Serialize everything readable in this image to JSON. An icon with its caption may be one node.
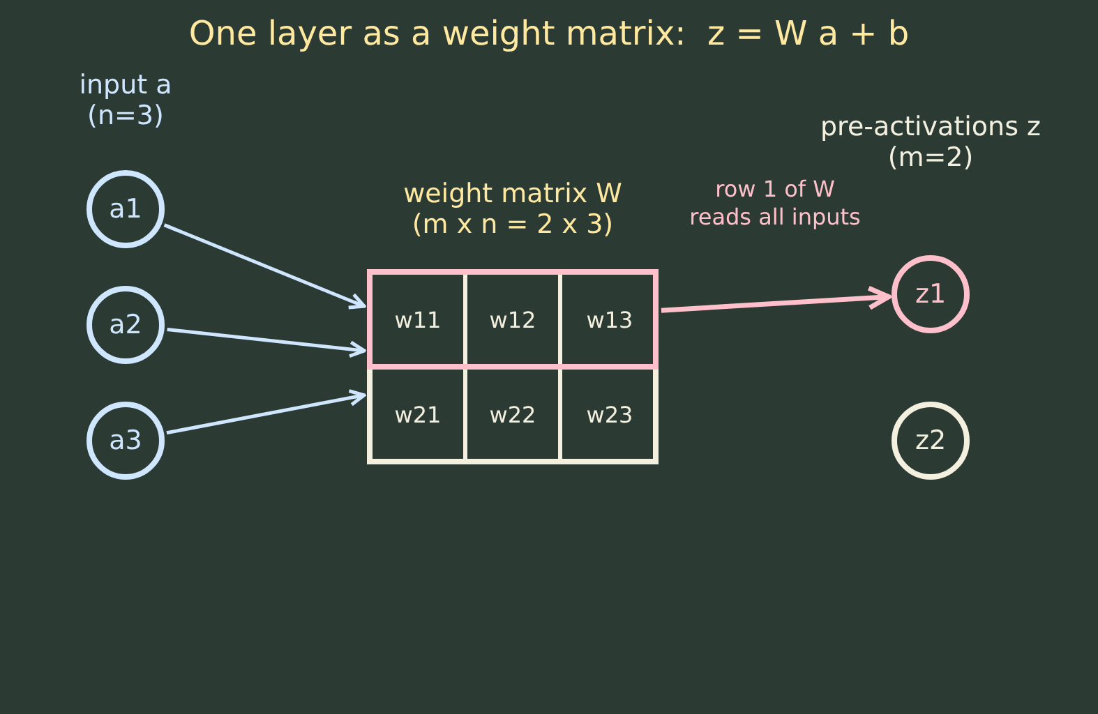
{
  "diagram": {
    "title": "One layer as a weight matrix:  z = W a + b",
    "nodes": [
      {
        "text": [
          "a1"
        ]
      },
      {
        "text": [
          "a2"
        ]
      },
      {
        "text": [
          "a3"
        ]
      },
      {
        "text": [
          "weight matrix W (m x n = 2 x 3)"
        ]
      },
      {
        "text": [],
        "shape": "box",
        "in": 3
      },
      {
        "text": [
          "w11"
        ],
        "in": 4
      },
      {
        "text": [
          "w12"
        ],
        "in": 4
      },
      {
        "text": [
          "w13"
        ],
        "in": 4
      },
      {
        "text": [
          "w21"
        ],
        "in": 3
      },
      {
        "text": [
          "w22"
        ],
        "in": 3
      },
      {
        "text": [
          "w23"
        ],
        "in": 3
      },
      {
        "text": [
          "z1"
        ]
      },
      {
        "text": [
          "z2"
        ]
      }
    ],
    "edges": [
      {
        "from": 0,
        "to": 3,
        "arrow": "to"
      },
      {
        "from": 1,
        "to": 3,
        "arrow": "to"
      },
      {
        "from": 2,
        "to": 3,
        "arrow": "to"
      },
      {
        "from": 4,
        "to": 11,
        "arrow": "to",
        "label": "row 1 of W reads all inputs",
        "color": "#ffc0cb"
      }
    ],
    "labels": [
      "input a (n=3)",
      "pre-activations z (m=2)"
    ]
  }
}
